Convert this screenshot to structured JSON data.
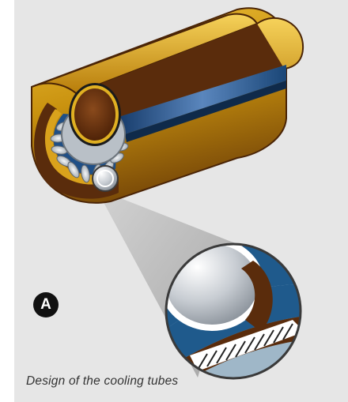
{
  "figure": {
    "label": "A",
    "caption": "Design of the cooling tubes"
  },
  "colors": {
    "background": "#e6e6e6",
    "jacket_gold": "#c9920f",
    "jacket_dark": "#5a2c0c",
    "core_brown": "#6a3511",
    "coolant_blue": "#1f4f86",
    "fin_silver": "#c9ced3",
    "wire_white": "#ffffff"
  },
  "icons": [
    "magnifier-lens",
    "cooling-tube-cutaway"
  ]
}
